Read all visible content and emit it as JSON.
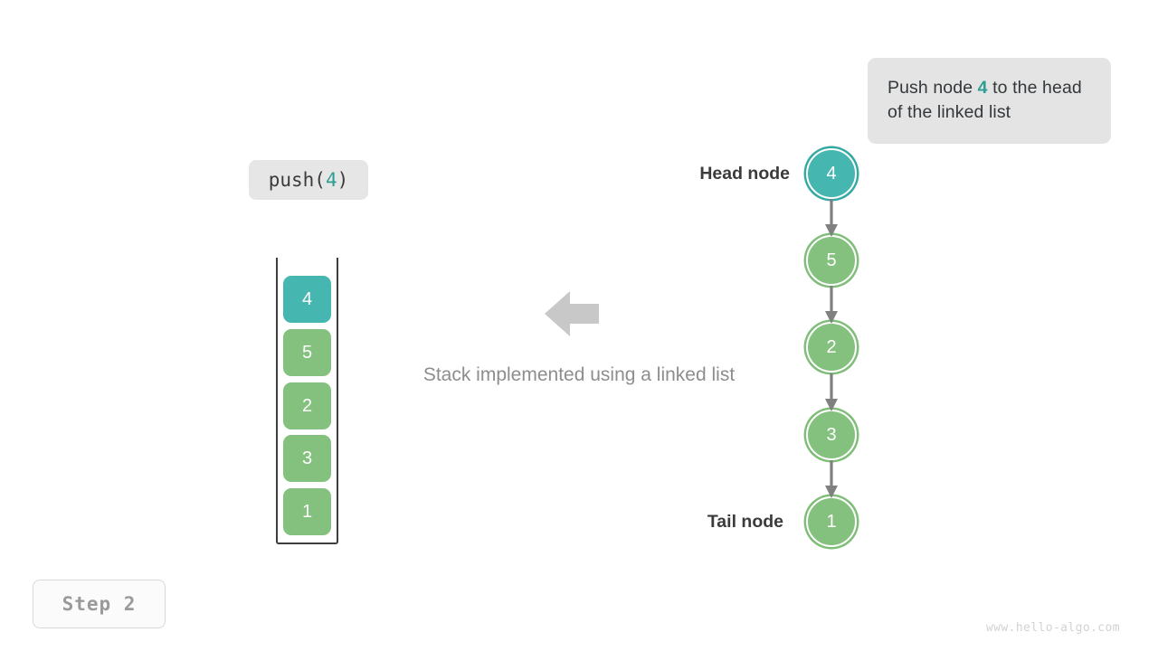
{
  "callout": {
    "text_before": "Push node ",
    "accent": "4",
    "text_after": " to the head of the linked list"
  },
  "operation": {
    "label_prefix": "push(",
    "label_value": "4",
    "label_suffix": ")"
  },
  "caption": "Stack implemented using a linked list",
  "stack": {
    "cells": [
      {
        "value": "4",
        "color": "teal"
      },
      {
        "value": "5",
        "color": "green"
      },
      {
        "value": "2",
        "color": "green"
      },
      {
        "value": "3",
        "color": "green"
      },
      {
        "value": "1",
        "color": "green"
      }
    ]
  },
  "linked_list": {
    "head_label": "Head node",
    "tail_label": "Tail node",
    "nodes": [
      {
        "value": "4",
        "color": "teal"
      },
      {
        "value": "5",
        "color": "green"
      },
      {
        "value": "2",
        "color": "green"
      },
      {
        "value": "3",
        "color": "green"
      },
      {
        "value": "1",
        "color": "green"
      }
    ]
  },
  "step_badge": "Step 2",
  "watermark": "www.hello-algo.com",
  "colors": {
    "teal": "#45b7b0",
    "teal_ring": "#34a9a3",
    "teal_text": "#2e9e93",
    "green": "#85c17e",
    "green_ring": "#7fbd78",
    "callout_bg": "#e4e4e4",
    "pill_bg": "#e6e6e6",
    "arrow_gray": "#c8c8c8",
    "edge_gray": "#808080",
    "caption_gray": "#8d8d8d"
  }
}
